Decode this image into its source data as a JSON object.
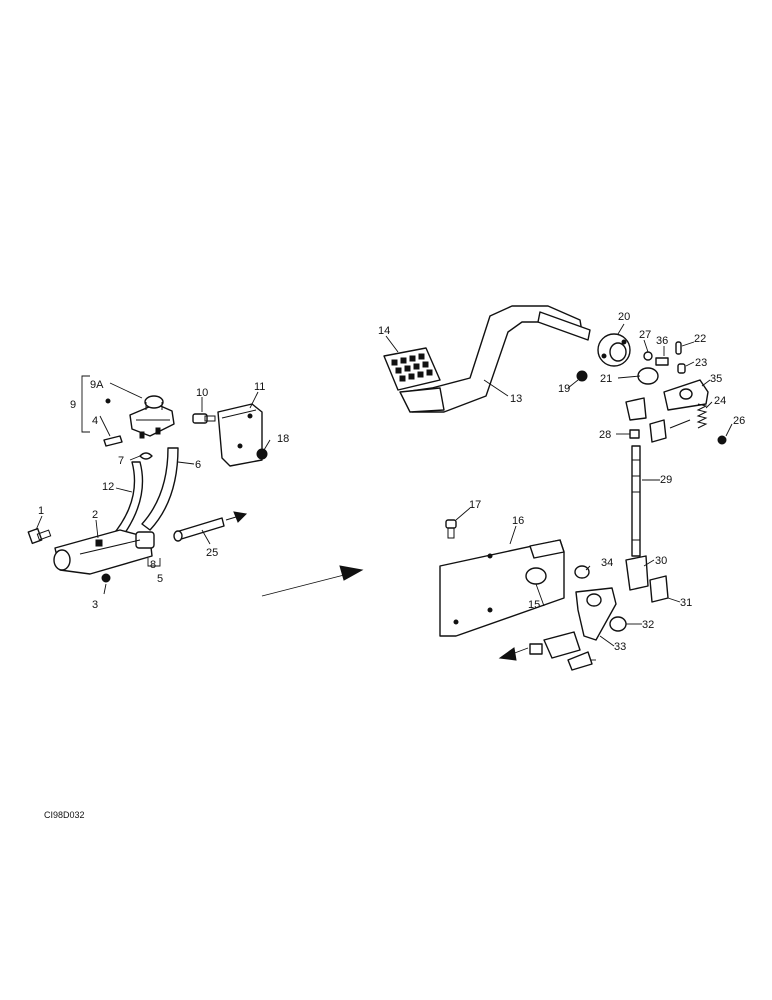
{
  "drawing_code": "CI98D032",
  "callouts": {
    "c1": "1",
    "c2": "2",
    "c3": "3",
    "c4": "4",
    "c5": "5",
    "c6": "6",
    "c7": "7",
    "c8": "8",
    "c9": "9",
    "c9a": "9A",
    "c10": "10",
    "c11": "11",
    "c12": "12",
    "c13": "13",
    "c14": "14",
    "c15": "15",
    "c16": "16",
    "c17": "17",
    "c18": "18",
    "c19": "19",
    "c20": "20",
    "c21": "21",
    "c22": "22",
    "c23": "23",
    "c24": "24",
    "c25": "25",
    "c26": "26",
    "c27": "27",
    "c28": "28",
    "c29": "29",
    "c30": "30",
    "c31": "31",
    "c32": "32",
    "c33": "33",
    "c34": "34",
    "c35": "35",
    "c36": "36"
  }
}
